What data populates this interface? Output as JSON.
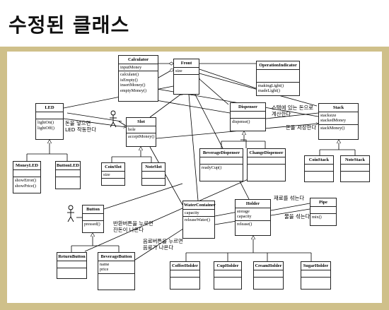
{
  "title": "수정된 클래스",
  "classes": {
    "calculator": {
      "name": "Calculator",
      "attrs": [
        "inputMoney"
      ],
      "ops": [
        "calculate()",
        "isEmpty()",
        "insertMoney()",
        "emptyMoney()"
      ]
    },
    "front": {
      "name": "Front",
      "attrs": [
        "size"
      ],
      "ops": []
    },
    "operation_indicator": {
      "name": "OperationIndicator",
      "attrs": [],
      "ops": [
        "makingLight()",
        "madeLight()"
      ]
    },
    "led": {
      "name": "LED",
      "attrs": [],
      "ops": [
        "lightOn()",
        "lightOff()"
      ]
    },
    "slot": {
      "name": "Slot",
      "attrs": [
        "hole"
      ],
      "ops": [
        "acceptMoney()"
      ]
    },
    "dispenser": {
      "name": "Dispenser",
      "attrs": [],
      "ops": [
        "dispense()"
      ]
    },
    "stack": {
      "name": "Stack",
      "attrs": [
        "stacksize",
        "stackedMoney"
      ],
      "ops": [
        "stackMoney()"
      ]
    },
    "money_led": {
      "name": "MoneyLED",
      "attrs": [],
      "ops": [
        "showError()",
        "showPrice()"
      ]
    },
    "button_led": {
      "name": "ButtonLED",
      "attrs": [],
      "ops": []
    },
    "coin_slot": {
      "name": "CoinSlot",
      "attrs": [
        "size"
      ],
      "ops": []
    },
    "note_slot": {
      "name": "NoteSlot",
      "attrs": [],
      "ops": []
    },
    "beverage_dispenser": {
      "name": "BeverageDispenser",
      "attrs": [],
      "ops": [
        "readyCup()"
      ]
    },
    "change_dispenser": {
      "name": "ChangeDispenser",
      "attrs": [],
      "ops": []
    },
    "coin_stack": {
      "name": "CoinStack",
      "attrs": [],
      "ops": []
    },
    "note_stack": {
      "name": "NoteStack",
      "attrs": [],
      "ops": []
    },
    "button": {
      "name": "Button",
      "attrs": [],
      "ops": [
        "pressed()"
      ]
    },
    "water_container": {
      "name": "WaterContainer",
      "attrs": [
        "capacity"
      ],
      "ops": [
        "releaseWater()"
      ]
    },
    "holder": {
      "name": "Holder",
      "attrs": [
        "storage",
        "capacity"
      ],
      "ops": [
        "release()"
      ]
    },
    "pipe": {
      "name": "Pipe",
      "attrs": [],
      "ops": [
        "mix()"
      ]
    },
    "return_button": {
      "name": "ReturnButton",
      "attrs": [],
      "ops": []
    },
    "beverage_button": {
      "name": "BeverageButton",
      "attrs": [
        "name",
        "price"
      ],
      "ops": []
    },
    "coffee_holder": {
      "name": "CoffeeHolder",
      "attrs": [],
      "ops": []
    },
    "cup_holder": {
      "name": "CupHolder",
      "attrs": [],
      "ops": []
    },
    "cream_holder": {
      "name": "CreamHolder",
      "attrs": [],
      "ops": []
    },
    "sugar_holder": {
      "name": "SugarHolder",
      "attrs": [],
      "ops": []
    }
  },
  "notes": {
    "insert_money": "돈을 넣으면\nLED 작동한다",
    "stack_money": "스택에 있는 돈으로\n계산한다",
    "save_money": "돈을 저장한다",
    "material_mix": "재료를 섞는다",
    "water_mix": "물을 섞는다",
    "return_press": "반환버튼을 누르면\n잔돈이 나온다",
    "beverage_press": "음료버튼을 누르면\n음료가 나온다"
  },
  "colors": {
    "frame": "#cfc08a",
    "line": "#000000"
  }
}
